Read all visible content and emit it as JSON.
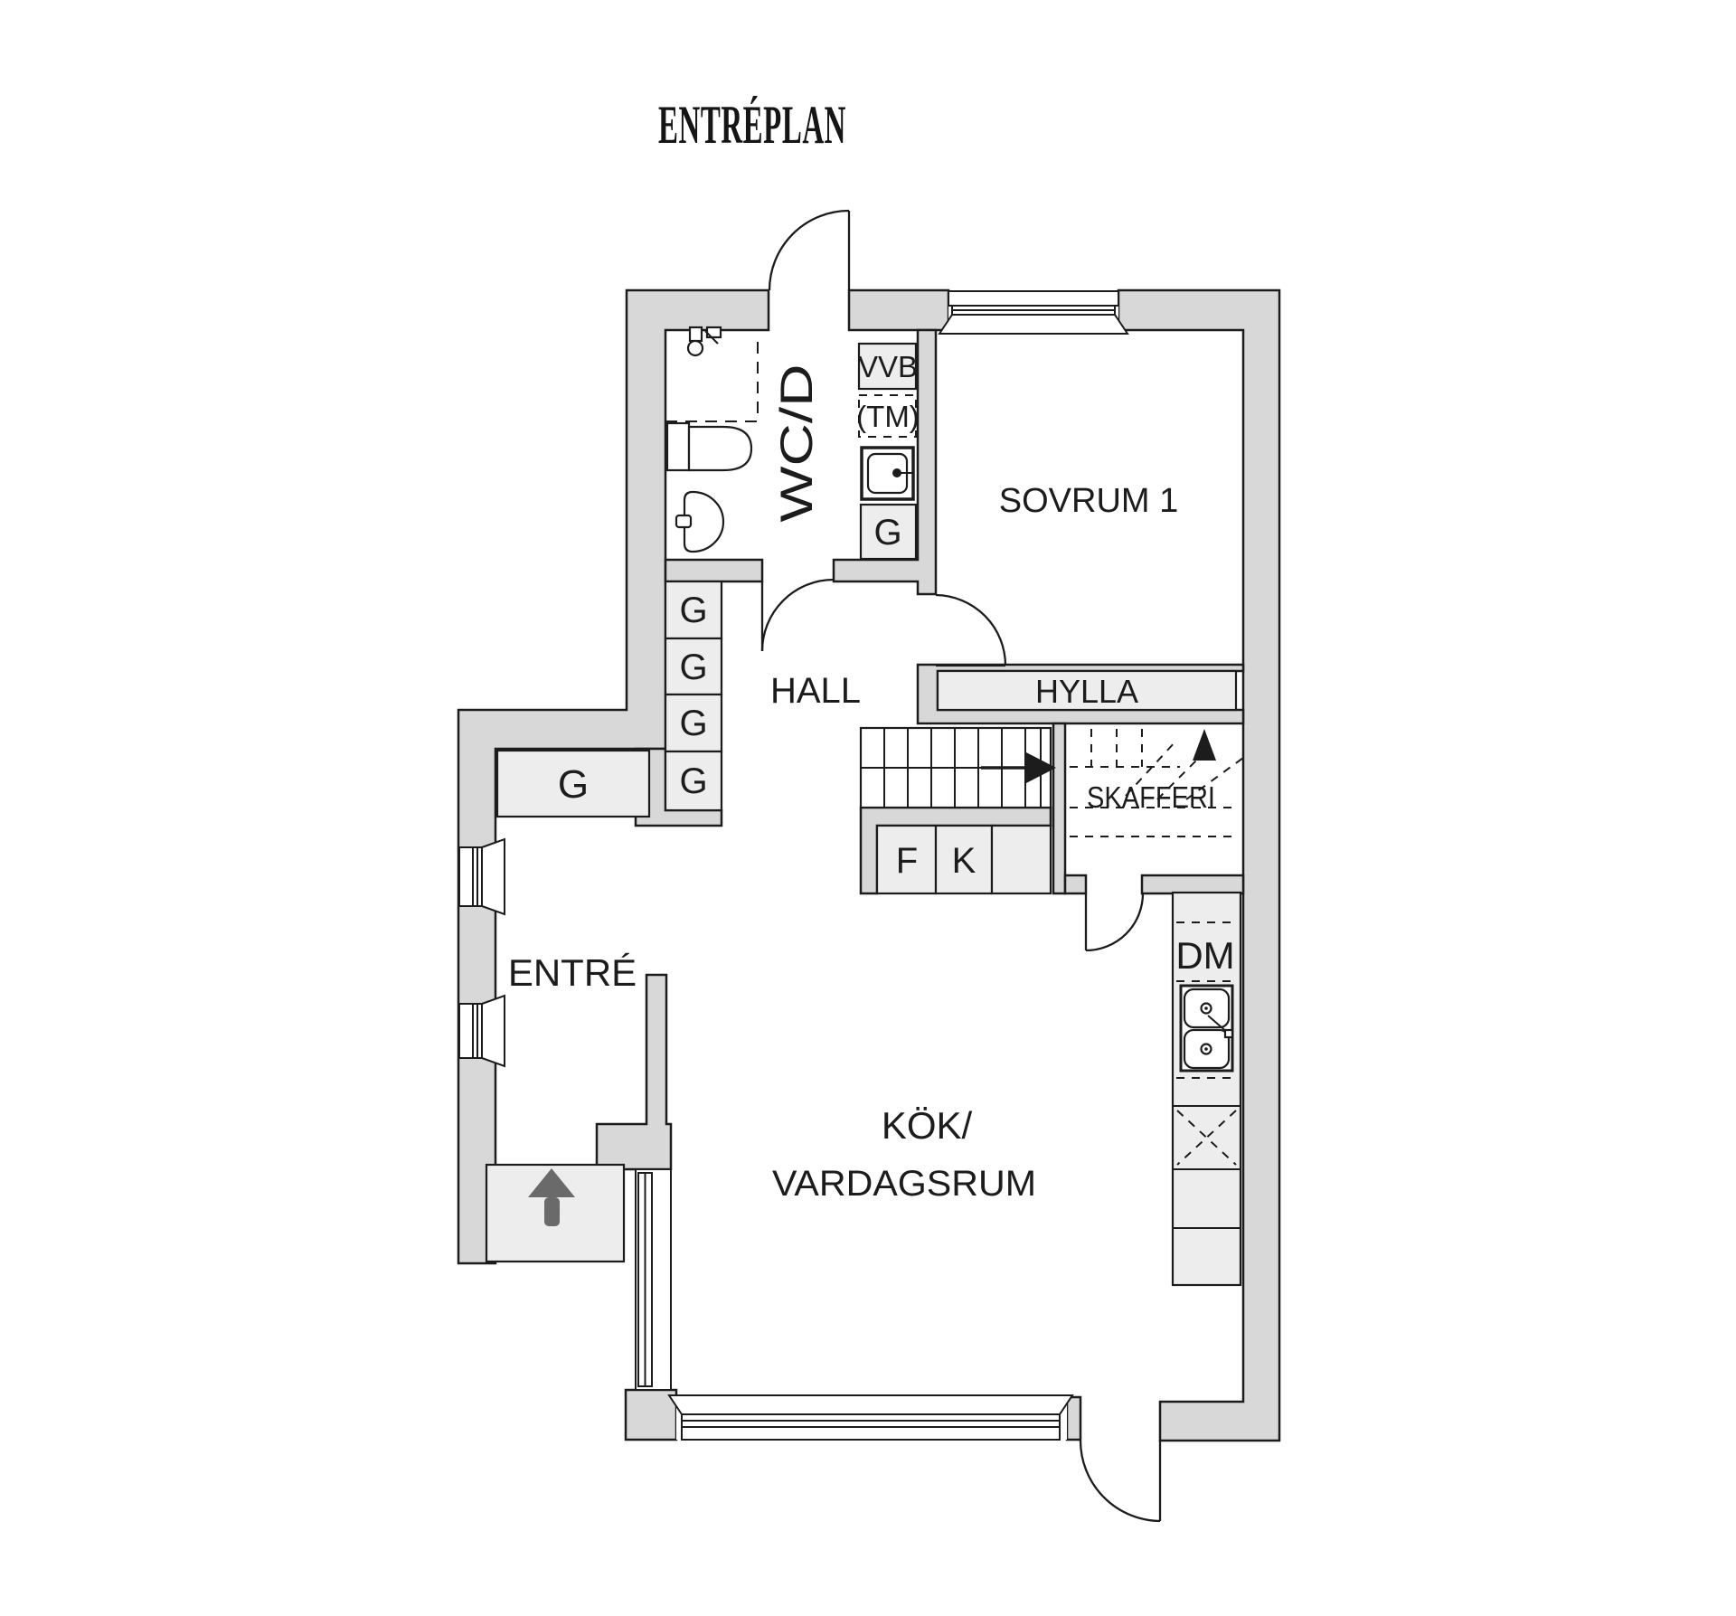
{
  "title": "ENTRÉPLAN",
  "colors": {
    "wall": "#d8d8d8",
    "furniture": "#ededed",
    "line": "#1c1c1c",
    "arrow": "#6a6a6a"
  },
  "rooms": {
    "wc": "WC/D",
    "sovrum": "SOVRUM 1",
    "hall": "HALL",
    "entre": "ENTRÉ",
    "kok_line1": "KÖK/",
    "kok_line2": "VARDAGSRUM",
    "skafferi": "SKAFFERI"
  },
  "fixtures": {
    "hylla": "HYLLA",
    "vvb": "VVB",
    "tm": "(TM)",
    "dm": "DM",
    "f": "F",
    "k": "K",
    "g": "G"
  }
}
